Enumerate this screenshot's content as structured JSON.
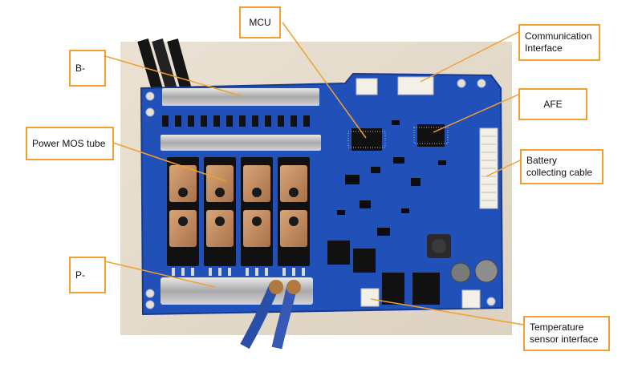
{
  "labels": {
    "mcu": "MCU",
    "communication_interface": "Communication Interface",
    "b_minus": "B-",
    "afe": "AFE",
    "power_mos_tube": "Power MOS tube",
    "battery_collecting_cable": "Battery collecting cable",
    "p_minus": "P-",
    "temperature_sensor_interface": "Temperature sensor interface"
  },
  "colors": {
    "callout_border": "#f0a030",
    "leader_line": "#f0a030",
    "pcb": "#1f4fb5",
    "table": "#e7dccd"
  }
}
